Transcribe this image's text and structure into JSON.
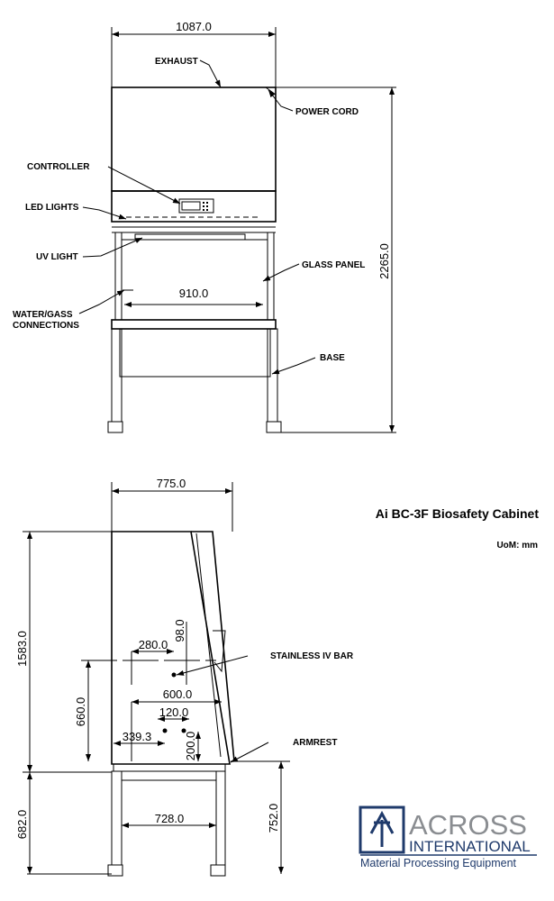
{
  "front_view": {
    "labels": {
      "exhaust": "EXHAUST",
      "power_cord": "POWER CORD",
      "controller": "CONTROLLER",
      "led_lights": "LED LIGHTS",
      "uv_light": "UV LIGHT",
      "glass_panel": "GLASS PANEL",
      "water_gas_1": "WATER/GASS",
      "water_gas_2": "CONNECTIONS",
      "base": "BASE"
    },
    "dims": {
      "width": "1087.0",
      "height": "2265.0",
      "opening": "910.0"
    }
  },
  "side_view": {
    "labels": {
      "iv_bar": "STAINLESS IV BAR",
      "armrest": "ARMREST"
    },
    "dims": {
      "depth": "775.0",
      "height": "1583.0",
      "leg_height": "682.0",
      "armrest_height": "752.0",
      "bar_offset": "280.0",
      "bar_drop": "98.0",
      "inner_600": "600.0",
      "inner_660": "660.0",
      "port_spacing": "120.0",
      "port_offset": "339.3",
      "port_height": "200.0",
      "leg_span": "728.0"
    }
  },
  "title": "Ai BC-3F Biosafety Cabinet",
  "uom": "UoM: mm",
  "logo": {
    "name_1": "ACROSS",
    "name_2": "INTERNATIONAL",
    "tagline": "Material Processing Equipment",
    "navy": "#1f3a6b",
    "gray": "#8a8d91"
  }
}
